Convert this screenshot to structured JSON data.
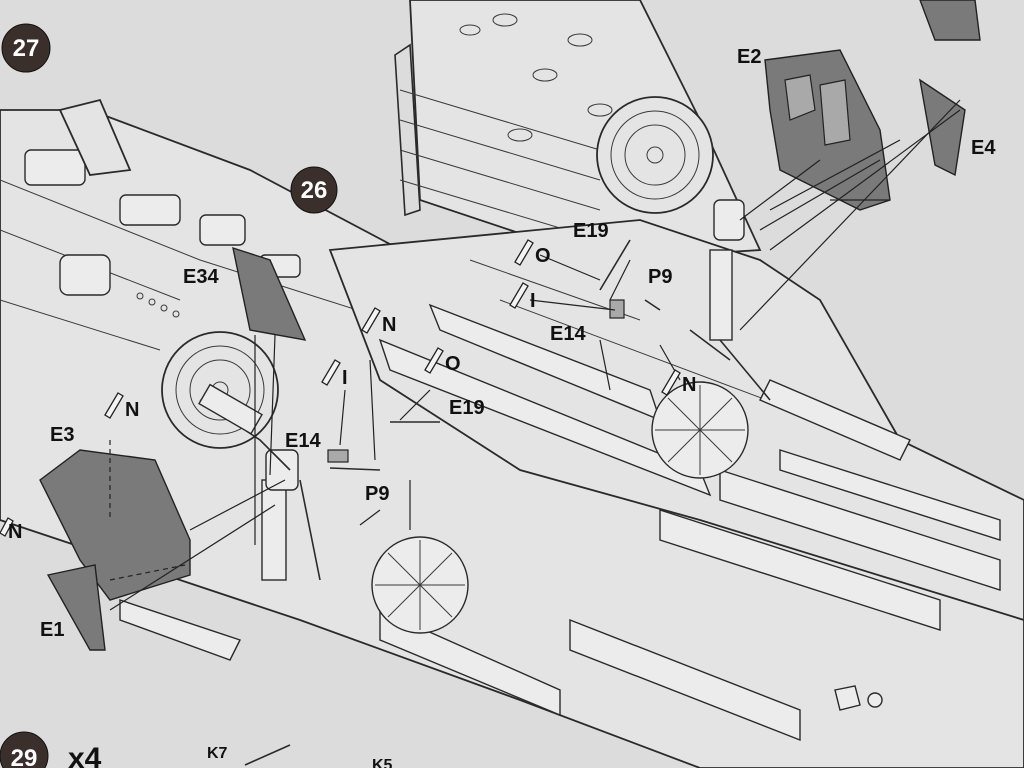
{
  "steps": {
    "step_27": "27",
    "step_26": "26",
    "step_29": "29",
    "multiplier": "x4"
  },
  "parts": {
    "E2": "E2",
    "E4": "E4",
    "E19_top": "E19",
    "O_top": "O",
    "P9_top": "P9",
    "I_top": "I",
    "E14_top": "E14",
    "N_top": "N",
    "E34": "E34",
    "N_mid": "N",
    "I_mid": "I",
    "O_mid": "O",
    "E19_mid": "E19",
    "E14_mid": "E14",
    "P9_mid": "P9",
    "N_left": "N",
    "E3": "E3",
    "N_edge": "N",
    "E1": "E1",
    "K7": "K7",
    "K5": "K5"
  },
  "colors": {
    "paper": "#dcdcdc",
    "line": "#2a2a2a",
    "painted_part": "#7a7a7a",
    "step_circle": "#3a2f2a"
  },
  "icon_names": [
    "paint-brush-icon",
    "step-number-badge",
    "assembly-arrow"
  ]
}
